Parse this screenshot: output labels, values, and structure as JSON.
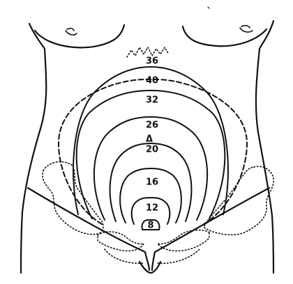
{
  "diagram": {
    "ink_color": "#111111",
    "background": "#ffffff",
    "contours": [
      {
        "key": "w8",
        "label": "8",
        "style": "solid"
      },
      {
        "key": "w12",
        "label": "12",
        "style": "solid"
      },
      {
        "key": "w16",
        "label": "16",
        "style": "solid"
      },
      {
        "key": "w20",
        "label": "20",
        "style": "solid"
      },
      {
        "key": "w26",
        "label": "26",
        "style": "solid"
      },
      {
        "key": "w32",
        "label": "32",
        "style": "solid"
      },
      {
        "key": "w40",
        "label": "40",
        "style": "dashed"
      },
      {
        "key": "w36",
        "label": "36",
        "style": "solid"
      }
    ],
    "umbilicus_marker": "Δ"
  }
}
